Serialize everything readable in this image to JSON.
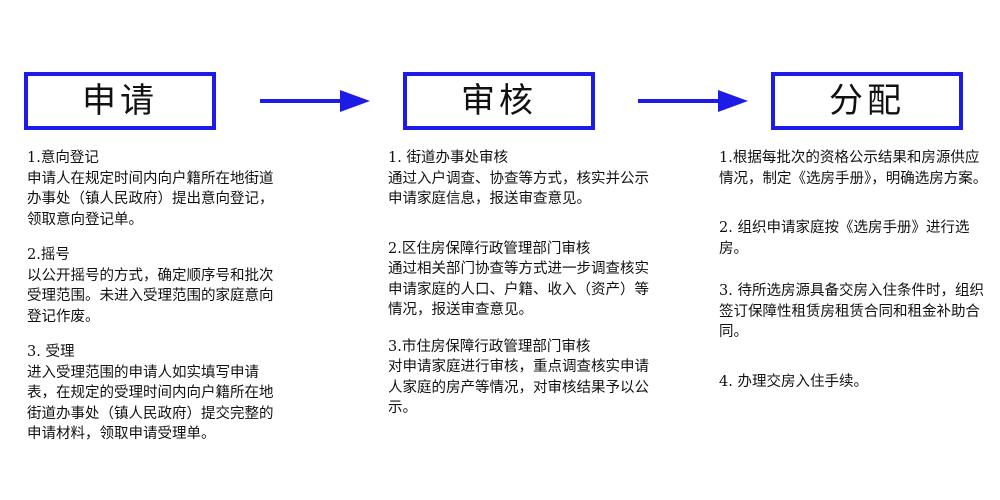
{
  "stages": [
    {
      "title": "申请",
      "items": [
        {
          "heading": "1.意向登记",
          "body": "申请人在规定时间内向户籍所在地街道办事处（镇人民政府）提出意向登记，  领取意向登记单。"
        },
        {
          "heading": "2.摇号",
          "body": "以公开摇号的方式，确定顺序号和批次受理范围。未进入受理范围的家庭意向登记作废。"
        },
        {
          "heading": "3. 受理",
          "body": "进入受理范围的申请人如实填写申请表，在规定的受理时间内向户籍所在地街道办事处（镇人民政府）提交完整的申请材料，领取申请受理单。"
        }
      ]
    },
    {
      "title": "审核",
      "items": [
        {
          "heading": "1.  街道办事处审核",
          "body": "通过入户调查、协查等方式，核实并公示申请家庭信息，报送审查意见。"
        },
        {
          "heading": "2.区住房保障行政管理部门审核",
          "body": "通过相关部门协查等方式进一步调查核实申请家庭的人口、户籍、收入（资产）等情况，报送审查意见。"
        },
        {
          "heading": "3.市住房保障行政管理部门审核",
          "body": "对申请家庭进行审核，重点调查核实申请人家庭的房产等情况，对审核结果予以公示。"
        }
      ]
    },
    {
      "title": "分配",
      "items": [
        {
          "heading": "",
          "body": "1.根据每批次的资格公示结果和房源供应情况，制定《选房手册》，明确选房方案。"
        },
        {
          "heading": "",
          "body": "2. 组织申请家庭按《选房手册》进行选房。"
        },
        {
          "heading": "",
          "body": "3. 待所选房源具备交房入住条件时，组织签订保障性租赁房租赁合同和租金补助合同。"
        },
        {
          "heading": "",
          "body": "4. 办理交房入住手续。"
        }
      ]
    }
  ],
  "colors": {
    "accent": "#1c1ce6",
    "text": "#111111"
  }
}
